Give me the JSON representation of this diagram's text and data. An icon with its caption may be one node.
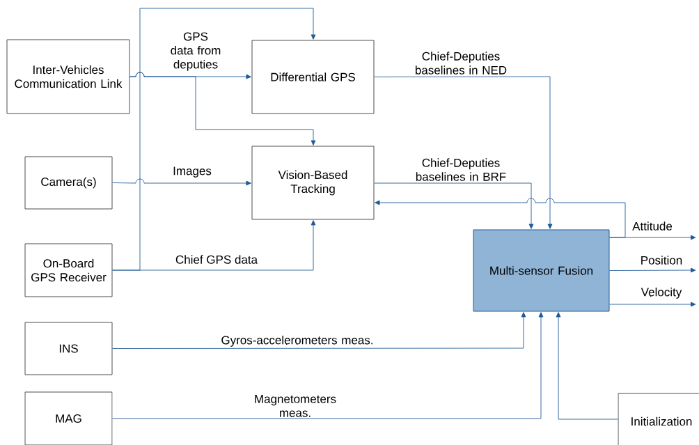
{
  "diagram": {
    "nodes": [
      {
        "text": [
          "Inter-Vehicles Communication Link"
        ]
      },
      {
        "text": [
          "Differential GPS"
        ]
      },
      {
        "text": [
          "Camera(s)"
        ]
      },
      {
        "text": [
          "Vision-Based Tracking"
        ]
      },
      {
        "text": [
          "On-Board GPS Receiver"
        ]
      },
      {
        "text": [
          "Multi-sensor Fusion"
        ]
      },
      {
        "text": [
          "INS"
        ]
      },
      {
        "text": [
          "MAG"
        ]
      },
      {
        "text": [
          "Initialization"
        ]
      }
    ],
    "edges": [
      {
        "from": 0,
        "to": 1,
        "arrow": "to",
        "label": "GPS data from deputies"
      },
      {
        "from": 0,
        "to": 3,
        "arrow": "to"
      },
      {
        "from": 2,
        "to": 3,
        "arrow": "to",
        "label": "Images"
      },
      {
        "from": 4,
        "to": 3,
        "arrow": "to",
        "label": "Chief GPS data"
      },
      {
        "from": 4,
        "to": 1,
        "arrow": "to"
      },
      {
        "from": 1,
        "to": 5,
        "arrow": "to",
        "label": "Chief-Deputies baselines in NED"
      },
      {
        "from": 3,
        "to": 5,
        "arrow": "to",
        "label": "Chief-Deputies baselines in BRF"
      },
      {
        "from": 5,
        "to": 3,
        "arrow": "to"
      },
      {
        "from": 5,
        "to": null,
        "arrow": "to",
        "label": "Attitude"
      },
      {
        "from": 5,
        "to": null,
        "arrow": "to",
        "label": "Position"
      },
      {
        "from": 5,
        "to": null,
        "arrow": "to",
        "label": "Velocity"
      },
      {
        "from": 6,
        "to": 5,
        "arrow": "to",
        "label": "Gyros-accelerometers meas."
      },
      {
        "from": 7,
        "to": 5,
        "arrow": "to",
        "label": "Magnetometers meas."
      },
      {
        "from": 8,
        "to": 5,
        "arrow": "to"
      }
    ]
  }
}
